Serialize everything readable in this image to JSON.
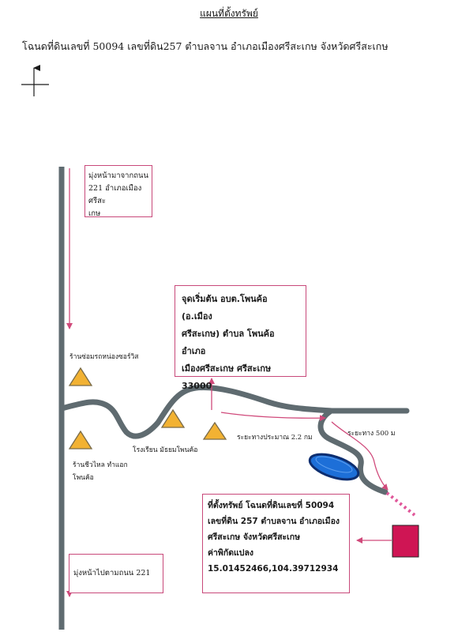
{
  "title": "แผนที่ตั้งทรัพย์",
  "deed_line": "โฉนดที่ดินเลขที่ 50094  เลขที่ดิน257 ตำบลจาน อำเภอเมืองศรีสะเกษ จังหวัดศรีสะเกษ",
  "box_from": {
    "line1": "มุ่งหน้ามาจากถนน",
    "line2": "221 อำเภอเมืองศรีสะ",
    "line3": "เกษ"
  },
  "box_start": {
    "line1": "จุดเริ่มต้น อบต.โพนค้อ (อ.เมือง",
    "line2": "ศรีสะเกษ) ตำบล โพนค้อ อำเภอ",
    "line3": "เมืองศรีสะเกษ ศรีสะเกษ 33000"
  },
  "landmarks": {
    "repair_shop": "ร้านซ่อมรถหน่องซอร์วิส",
    "shop_line1": "ร้านชีวไหล ทำแอก",
    "shop_line2": "โพนค้อ",
    "school": "โรงเรียน มัธยมโพนค้อ"
  },
  "distances": {
    "first": "ระยะทางประมาณ 2.2 กม",
    "second": "ระยะทาง 500 ม"
  },
  "box_location": {
    "line1": "ที่ตั้งทรัพย์  โฉนดที่ดินเลขที่ 50094",
    "line2": "เลขที่ดิน 257 ตำบลจาน อำเภอเมือง",
    "line3": "ศรีสะเกษ จังหวัดศรีสะเกษ",
    "line4": "ค่าพิกัดแปลง",
    "coords": "15.01452466,104.39712934"
  },
  "box_to": {
    "label": "มุ่งหน้าไปตามถนน 221"
  },
  "colors": {
    "road": "#5f6b70",
    "route": "#d04a7b",
    "marker": "#f2b233",
    "pond": "#1d6fd8",
    "property": "#cf1554"
  }
}
